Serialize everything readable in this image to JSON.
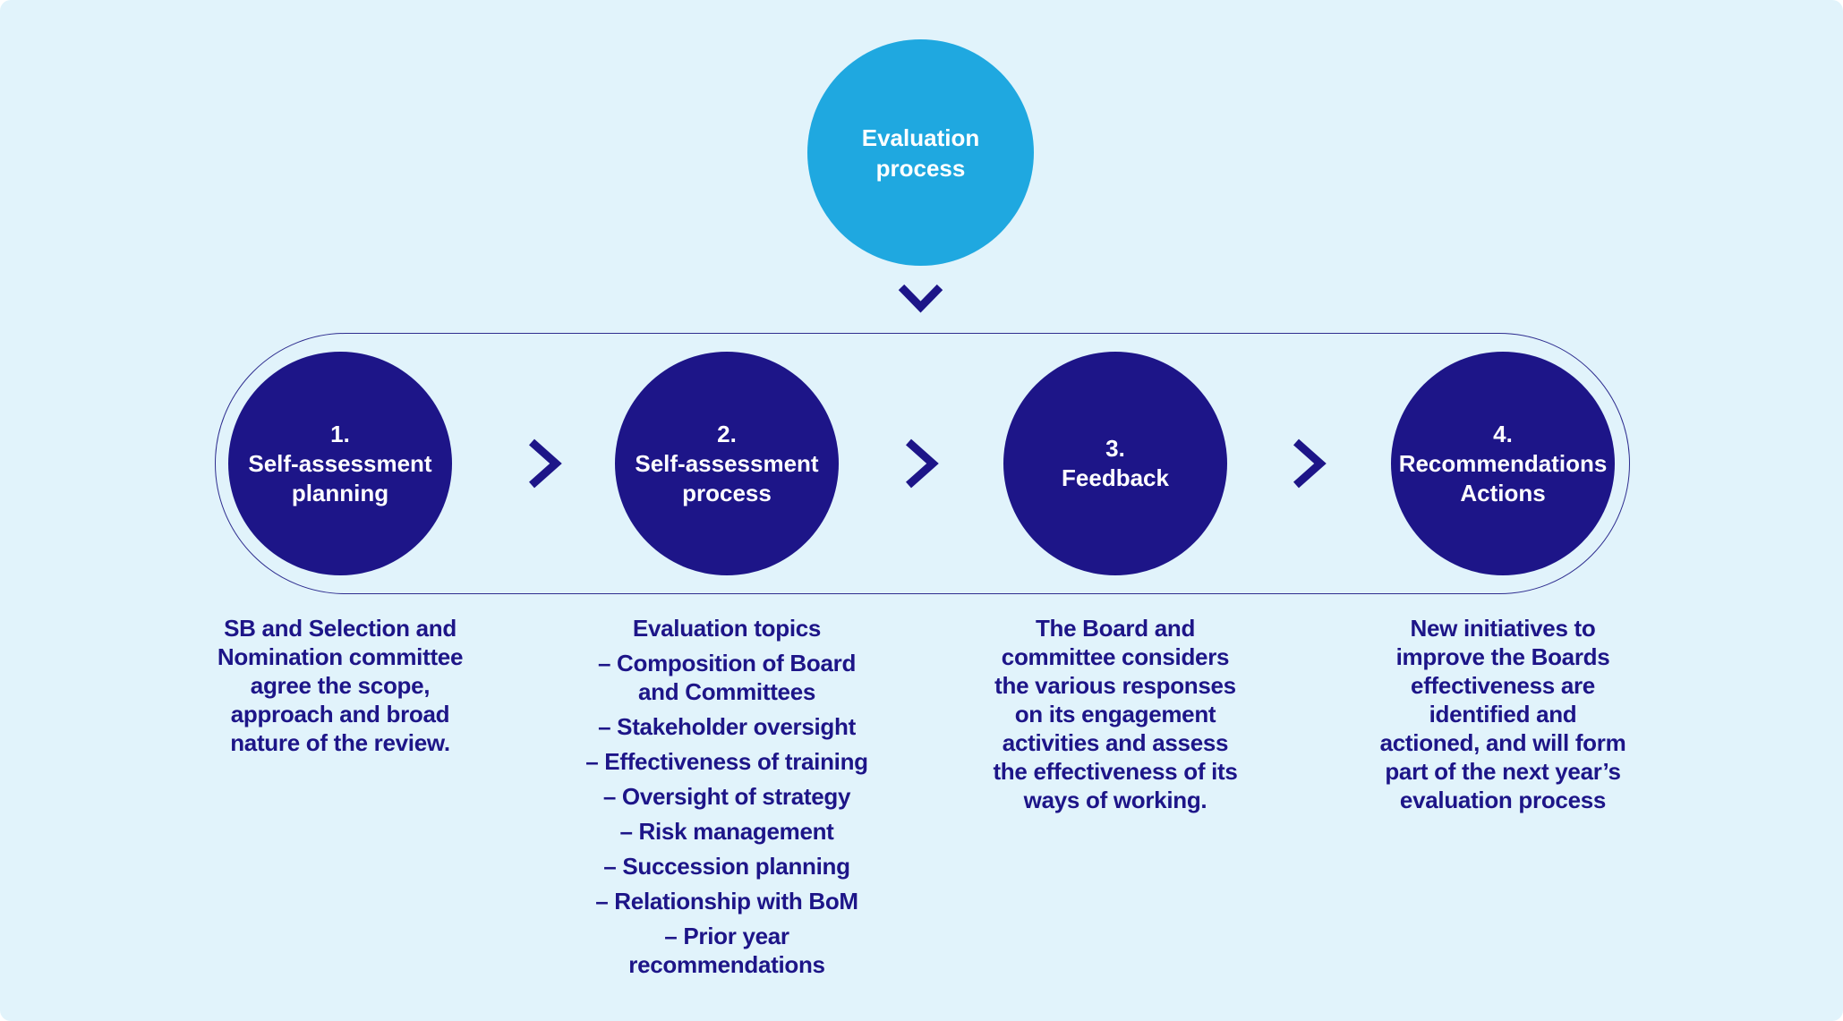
{
  "colors": {
    "bg": "#e1f3fb",
    "navy": "#1d1588",
    "accent": "#1fa8e0",
    "outline": "#2e2d8f",
    "text_on_dark": "#ffffff"
  },
  "icons": {
    "flow_down": "chevron-down",
    "flow_right": "chevron-right"
  },
  "header": {
    "title_lines": [
      "Evaluation",
      "process"
    ]
  },
  "steps": [
    {
      "circle_lines": [
        "1.",
        "Self-assessment",
        "planning"
      ],
      "body_lines": [
        "SB and Selection and",
        "Nomination committee",
        "agree the scope,",
        "approach and broad",
        "nature of the review."
      ]
    },
    {
      "circle_lines": [
        "2.",
        "Self-assessment",
        "process"
      ],
      "body_lines": [
        "Evaluation topics",
        "– Composition of Board",
        "and Committees",
        "– Stakeholder oversight",
        "– Effectiveness of training",
        "– Oversight of strategy",
        "– Risk management",
        "– Succession planning",
        "– Relationship with BoM",
        "– Prior year",
        "recommendations"
      ]
    },
    {
      "circle_lines": [
        "3.",
        "Feedback"
      ],
      "body_lines": [
        "The Board and",
        "committee considers",
        "the various responses",
        "on its engagement",
        "activities and assess",
        "the effectiveness of its",
        "ways of working."
      ]
    },
    {
      "circle_lines": [
        "4.",
        "Recommendations",
        "Actions"
      ],
      "body_lines": [
        "New initiatives to",
        "improve the Boards",
        "effectiveness are",
        "identified and",
        "actioned, and will form",
        "part of the next year’s",
        "evaluation process"
      ]
    }
  ]
}
